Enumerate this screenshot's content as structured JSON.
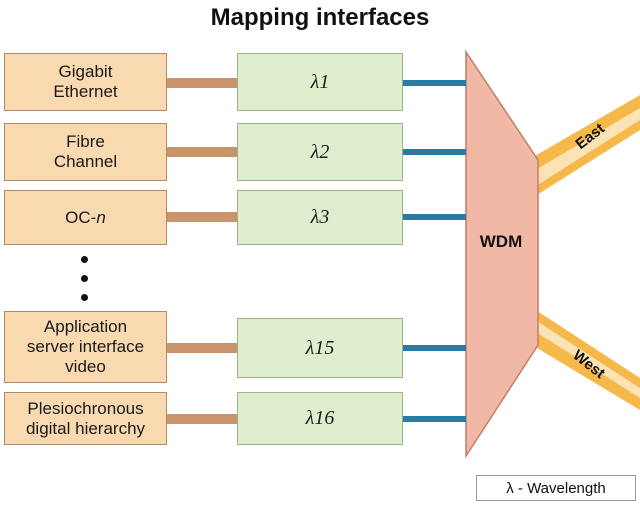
{
  "diagram": {
    "title": "Mapping interfaces",
    "interfaces": [
      {
        "line1": "Gigabit",
        "line2": "Ethernet",
        "line3": ""
      },
      {
        "line1": "Fibre",
        "line2": "Channel",
        "line3": ""
      },
      {
        "line1": "OC-n",
        "line2": "",
        "line3": ""
      },
      {
        "line1": "Application",
        "line2": "server interface",
        "line3": "video"
      },
      {
        "line1": "Plesiochronous",
        "line2": "digital hierarchy",
        "line3": ""
      }
    ],
    "wavelengths": [
      "λ1",
      "λ2",
      "λ3",
      "λ15",
      "λ16"
    ],
    "mux_label": "WDM",
    "outputs": {
      "east": "East",
      "west": "West"
    },
    "legend": "λ  - Wavelength"
  },
  "colors": {
    "interface_fill": "#f8d9b0",
    "wavelength_fill": "#deeecd",
    "wdm_fill": "#f2b8a6",
    "tan_link": "#c9946b",
    "blue_link": "#2a7aa3",
    "output_arm": "#f5b84a"
  }
}
